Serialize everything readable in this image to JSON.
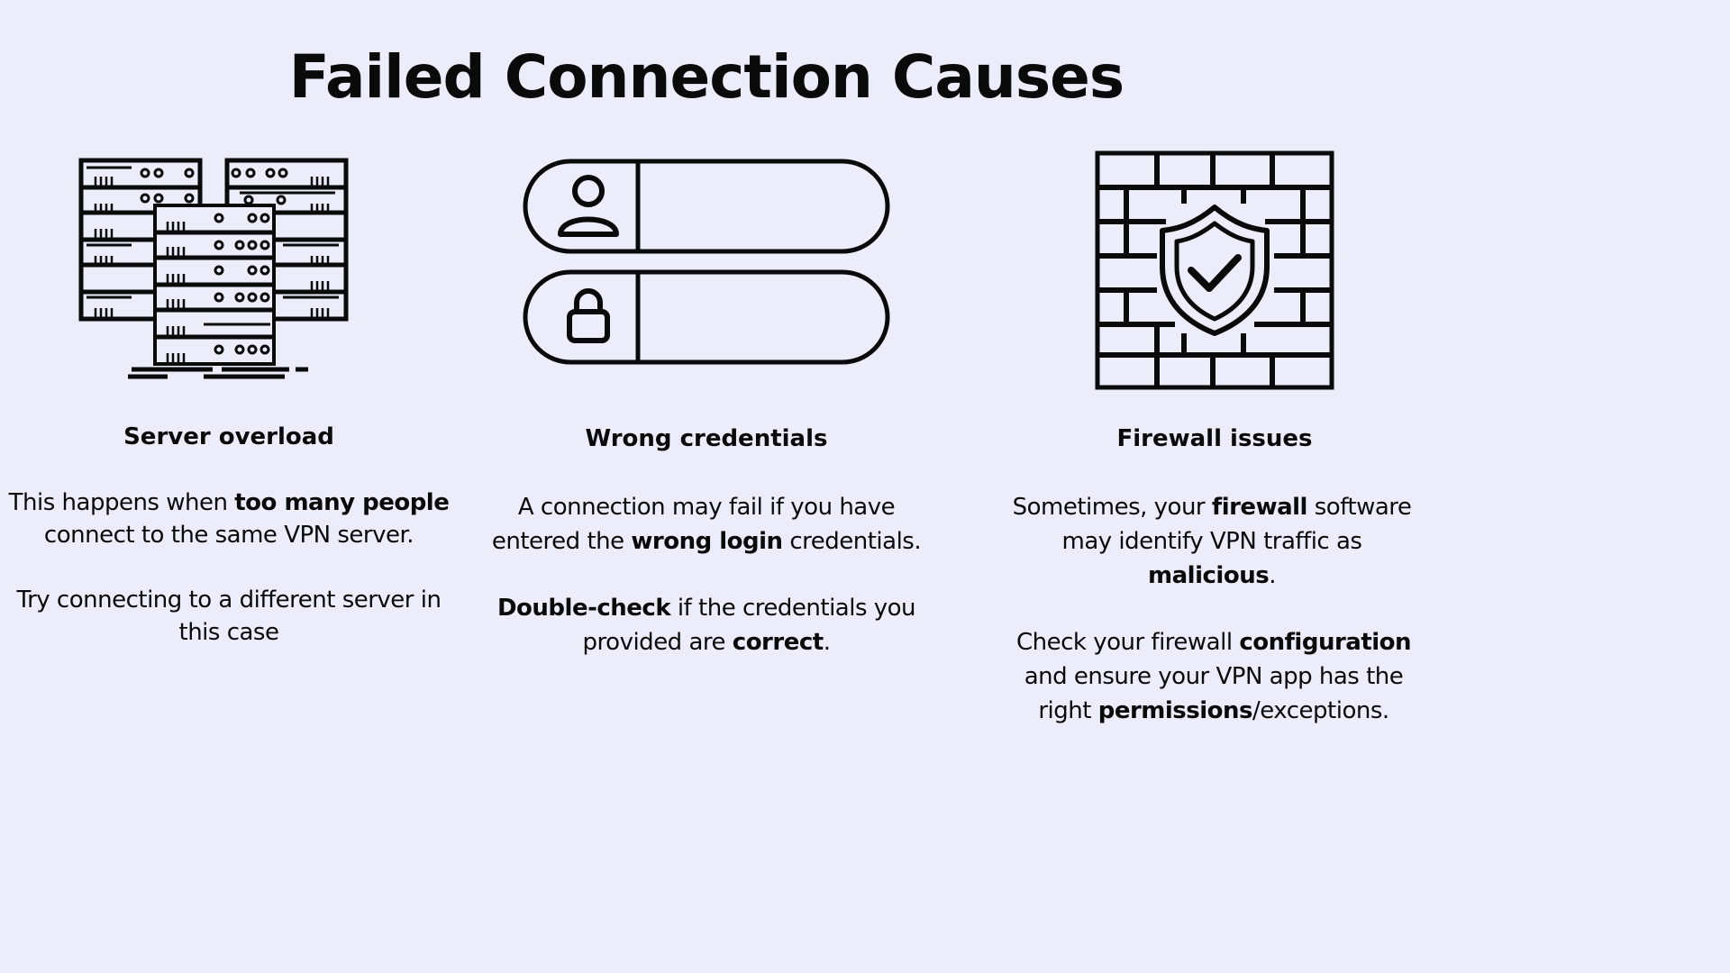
{
  "title": "Failed Connection Causes",
  "colors": {
    "background": "#ececfb",
    "text": "#0a0a0a"
  },
  "columns": [
    {
      "icon": "server-rack-icon",
      "heading": "Server overload",
      "p1": [
        {
          "t": "This happens when ",
          "b": false
        },
        {
          "t": "too many people",
          "b": true
        },
        {
          "t": " connect to the same VPN server.",
          "b": false
        }
      ],
      "p2": [
        {
          "t": "Try connecting to a different server in this case",
          "b": false
        }
      ]
    },
    {
      "icon": "login-form-icon",
      "heading": "Wrong credentials",
      "p1": [
        {
          "t": "A connection may fail if you have entered the ",
          "b": false
        },
        {
          "t": "wrong login",
          "b": true
        },
        {
          "t": " credentials.",
          "b": false
        }
      ],
      "p2": [
        {
          "t": "Double-check",
          "b": true
        },
        {
          "t": " if the credentials you provided are ",
          "b": false
        },
        {
          "t": "correct",
          "b": true
        },
        {
          "t": ".",
          "b": false
        }
      ]
    },
    {
      "icon": "firewall-shield-icon",
      "heading": "Firewall issues",
      "p1": [
        {
          "t": "Sometimes, your ",
          "b": false
        },
        {
          "t": "firewall",
          "b": true
        },
        {
          "t": " software may identify VPN traffic as ",
          "b": false
        },
        {
          "t": "malicious",
          "b": true
        },
        {
          "t": ".",
          "b": false
        }
      ],
      "p2": [
        {
          "t": "Check your firewall ",
          "b": false
        },
        {
          "t": "configuration",
          "b": true
        },
        {
          "t": " and ensure your VPN app has the right ",
          "b": false
        },
        {
          "t": "permissions",
          "b": true
        },
        {
          "t": "/exceptions.",
          "b": false
        }
      ]
    }
  ]
}
